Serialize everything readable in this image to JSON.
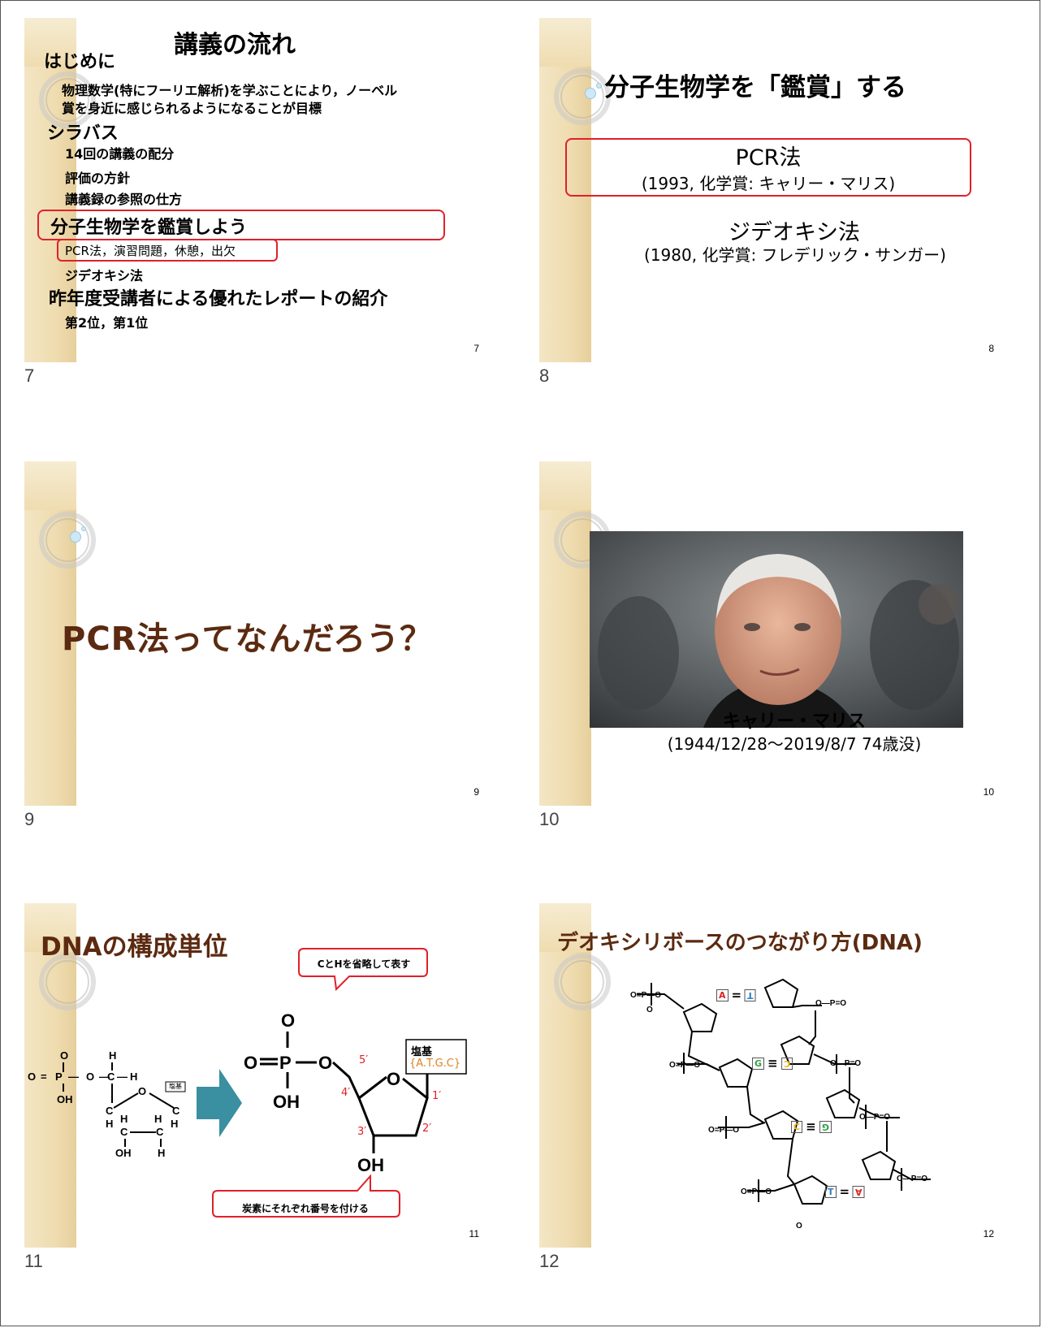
{
  "slides": [
    {
      "number": "7",
      "caption": "7",
      "title": "講義の流れ",
      "items": {
        "h1": "はじめに",
        "h1_body_1": "物理数学(特にフーリエ解析)を学ぶことにより，ノーベル",
        "h1_body_2": "賞を身近に感じられるようになることが目標",
        "h2": "シラバス",
        "h2_a": "14回の講義の配分",
        "h2_b": "評価の方針",
        "h2_c": "講義録の参照の仕方",
        "h3": "分子生物学を鑑賞しよう",
        "h3_a": "PCR法，演習問題，休憩，出欠",
        "h3_b": "ジデオキシ法",
        "h4": "昨年度受講者による優れたレポートの紹介",
        "h4_a": "第2位，第1位"
      }
    },
    {
      "number": "8",
      "caption": "8",
      "title": "分子生物学を「鑑賞」する",
      "pcr": "PCR法",
      "pcr_sub": "(1993, 化学賞: キャリー・マリス)",
      "dideoxy": "ジデオキシ法",
      "dideoxy_sub": "(1980, 化学賞: フレデリック・サンガー)"
    },
    {
      "number": "9",
      "caption": "9",
      "title": "PCR法ってなんだろう？"
    },
    {
      "number": "10",
      "caption": "10",
      "name": "キャリー・マリス",
      "dates": "(1944/12/28〜2019/8/7  74歳没)"
    },
    {
      "number": "11",
      "caption": "11",
      "title": "DNAの構成単位",
      "callout_top": "CとHを省略して表す",
      "callout_bottom": "炭素にそれぞれ番号を付ける",
      "base_label": "塩基",
      "base_letters": "{A.T.G.C}",
      "small_base_label": "塩基",
      "carbon_5": "5′",
      "carbon_4": "4′",
      "carbon_3": "3′",
      "carbon_2": "2′",
      "carbon_1": "1′"
    },
    {
      "number": "12",
      "caption": "12",
      "title": "デオキシリボースのつながり方(DNA)",
      "pairs": [
        {
          "left": "A",
          "bond": "=",
          "right": "T"
        },
        {
          "left": "G",
          "bond": "≡",
          "right": "C"
        },
        {
          "left": "C",
          "bond": "≡",
          "right": "G"
        },
        {
          "left": "T",
          "bond": "=",
          "right": "A"
        }
      ]
    }
  ],
  "colors": {
    "accent_red": "#e0202a",
    "title_brown": "#5b2a10",
    "arrow_teal": "#3a8fa0",
    "base_A": "#e02020",
    "base_T": "#2f7fc0",
    "base_G": "#2aa040",
    "base_C": "#f0b020"
  },
  "icons": [
    "decorative-ring-icon",
    "bubble-icon",
    "right-arrow-icon"
  ]
}
